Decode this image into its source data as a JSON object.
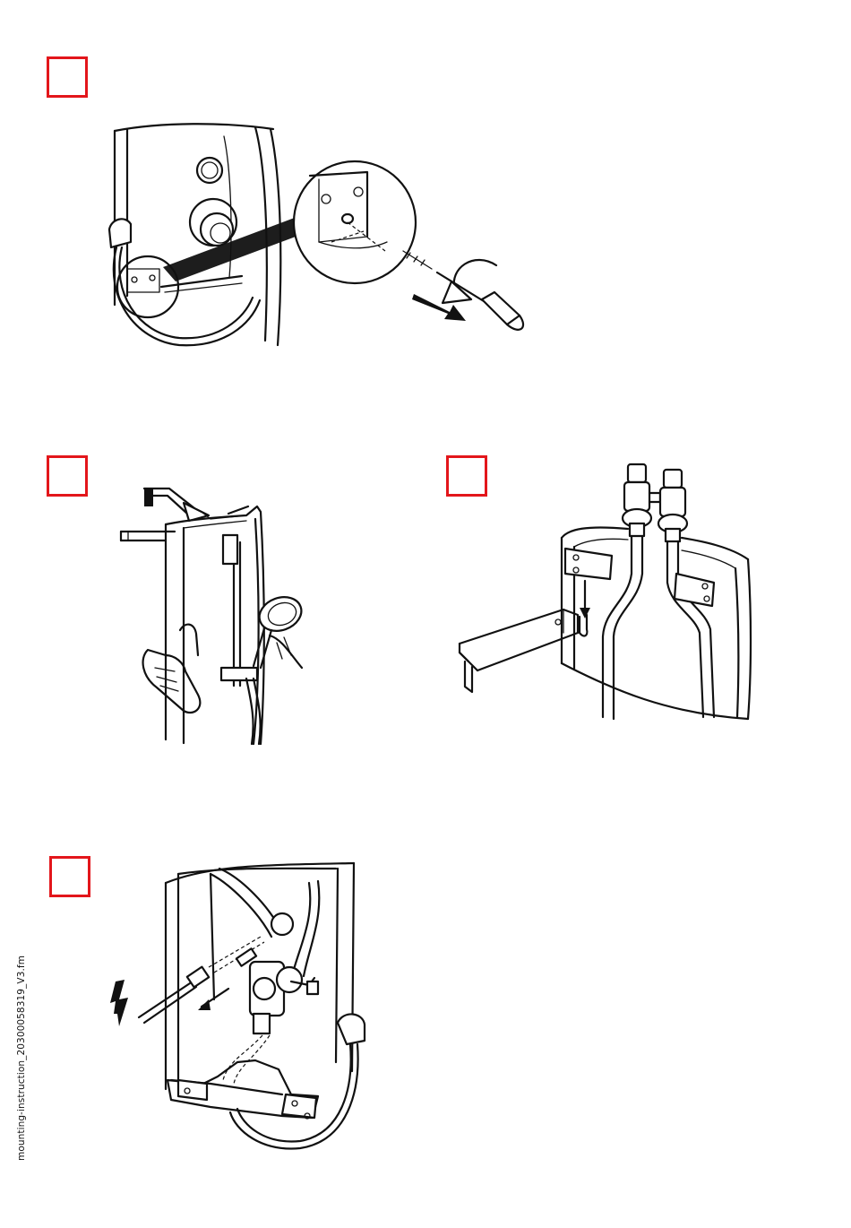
{
  "footer": {
    "file_label": "mounting-instruction_20300058319_V3.fm"
  },
  "steps": [
    {
      "id": "step-1",
      "marker": ""
    },
    {
      "id": "step-2",
      "marker": ""
    },
    {
      "id": "step-3",
      "marker": ""
    },
    {
      "id": "step-4",
      "marker": ""
    }
  ],
  "colors": {
    "step_marker_border": "#e3161b",
    "line_art": "#111111",
    "background": "#ffffff"
  },
  "icons": [
    "screwdriver-icon",
    "rotate-arrow-icon",
    "direction-arrow-icon",
    "electric-hazard-icon"
  ]
}
